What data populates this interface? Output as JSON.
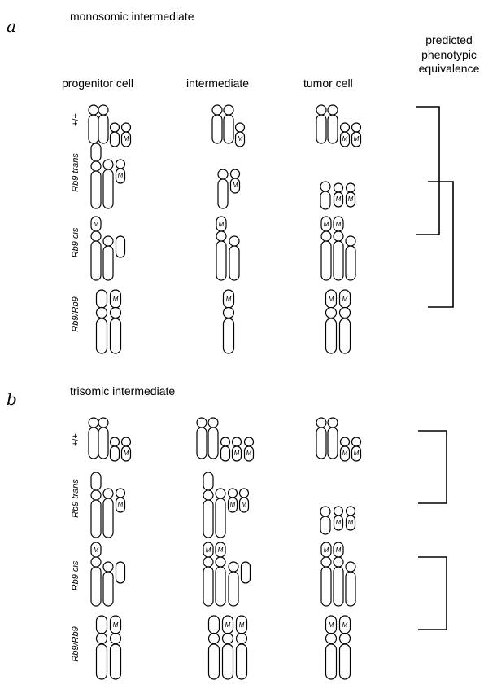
{
  "panel_a": {
    "letter": "a",
    "title": "monosomic intermediate",
    "col_headers": [
      "progenitor cell",
      "intermediate",
      "tumor cell"
    ],
    "pred_header": [
      "predicted",
      "phenotypic",
      "equivalence"
    ],
    "rows": [
      "+/+",
      "Rb9 trans",
      "Rb9 cis",
      "Rb9/Rb9"
    ]
  },
  "panel_b": {
    "letter": "b",
    "title": "trisomic intermediate",
    "rows": [
      "+/+",
      "Rb9 trans",
      "Rb9 cis",
      "Rb9/Rb9"
    ]
  },
  "mutation_label": "M",
  "colors": {
    "ink": "#000000",
    "background": "#ffffff"
  }
}
